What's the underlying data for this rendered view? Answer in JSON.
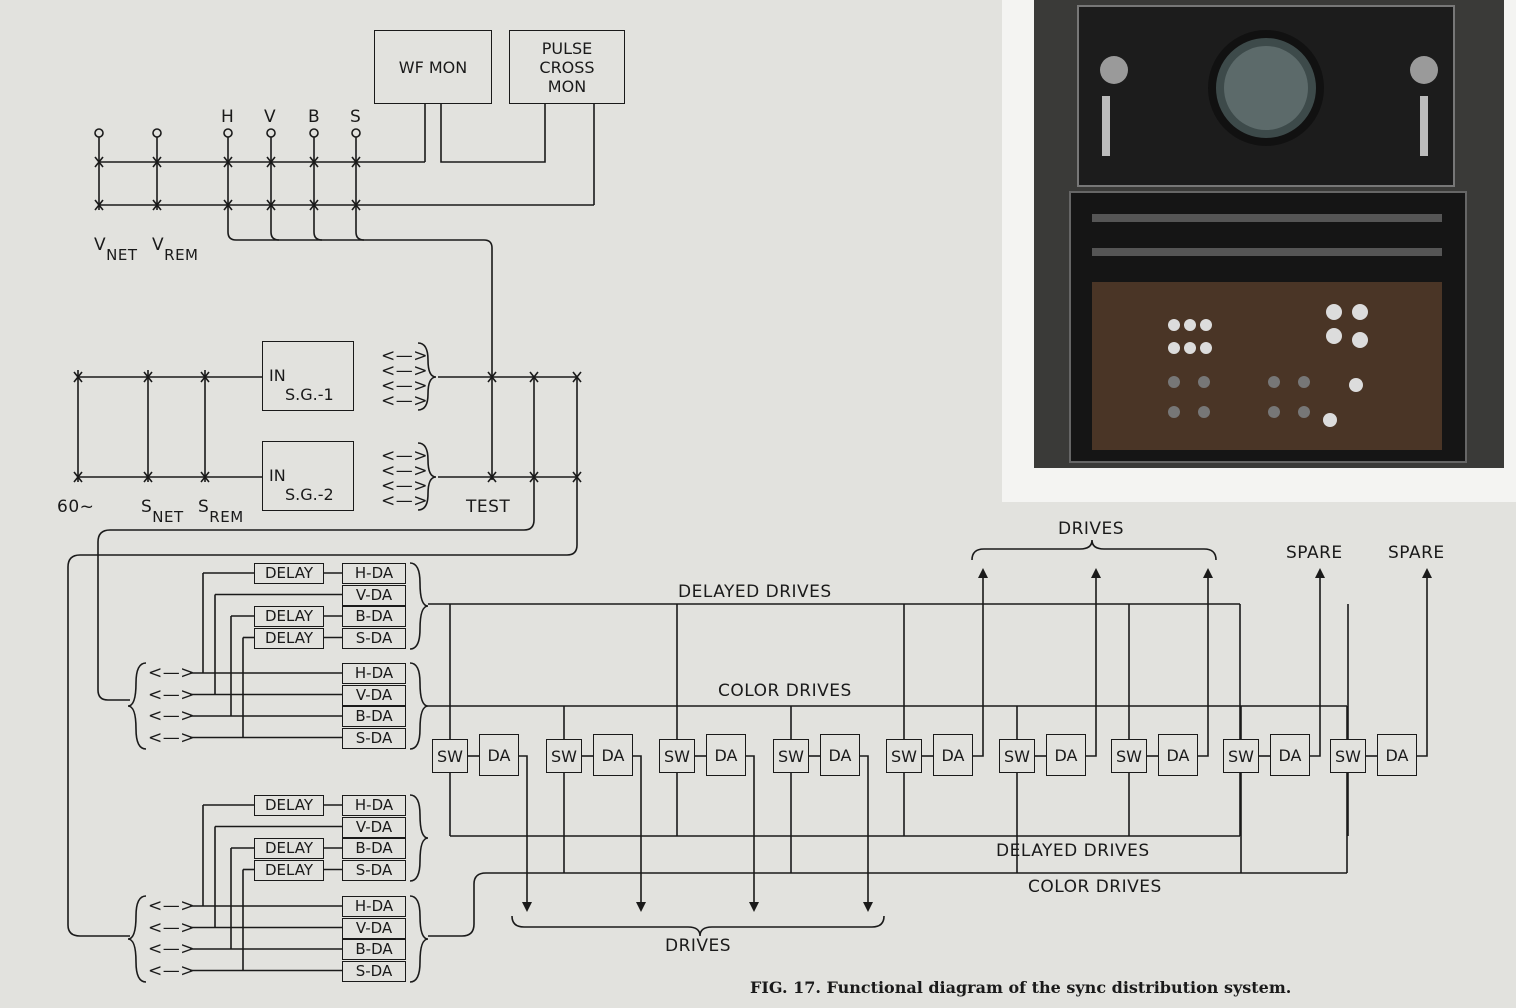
{
  "caption": "FIG. 17.  Functional diagram of the sync distribution system.",
  "monitors": {
    "wf_mon": "WF MON",
    "pulse_cross_mon": "PULSE\nCROSS\nMON"
  },
  "top_inputs": {
    "h": "H",
    "v": "V",
    "b": "B",
    "s": "S",
    "vnet": "V",
    "vnet_sub": "NET",
    "vrem": "V",
    "vrem_sub": "REM"
  },
  "sg1": {
    "line1": "IN",
    "line2": "S.G.-1"
  },
  "sg2": {
    "line1": "IN",
    "line2": "S.G.-2"
  },
  "left_inputs": {
    "sixty": "60~",
    "snet": "S",
    "snet_sub": "NET",
    "srem": "S",
    "srem_sub": "REM",
    "test": "TEST"
  },
  "delay_label": "DELAY",
  "da_labels": [
    "H-DA",
    "V-DA",
    "B-DA",
    "S-DA"
  ],
  "sw_label": "SW",
  "da_label": "DA",
  "arrows_symbol": "<—>",
  "bus_labels": {
    "delayed_drives_top": "DELAYED DRIVES",
    "color_drives_top": "COLOR DRIVES",
    "delayed_drives_bottom": "DELAYED DRIVES",
    "color_drives_bottom": "COLOR DRIVES",
    "drives_top": "DRIVES",
    "drives_bottom": "DRIVES",
    "spare1": "SPARE",
    "spare2": "SPARE"
  },
  "colors": {
    "background": "#e2e2de",
    "ink": "#1a1a1a",
    "photo_dark": "#2a2a2a"
  }
}
